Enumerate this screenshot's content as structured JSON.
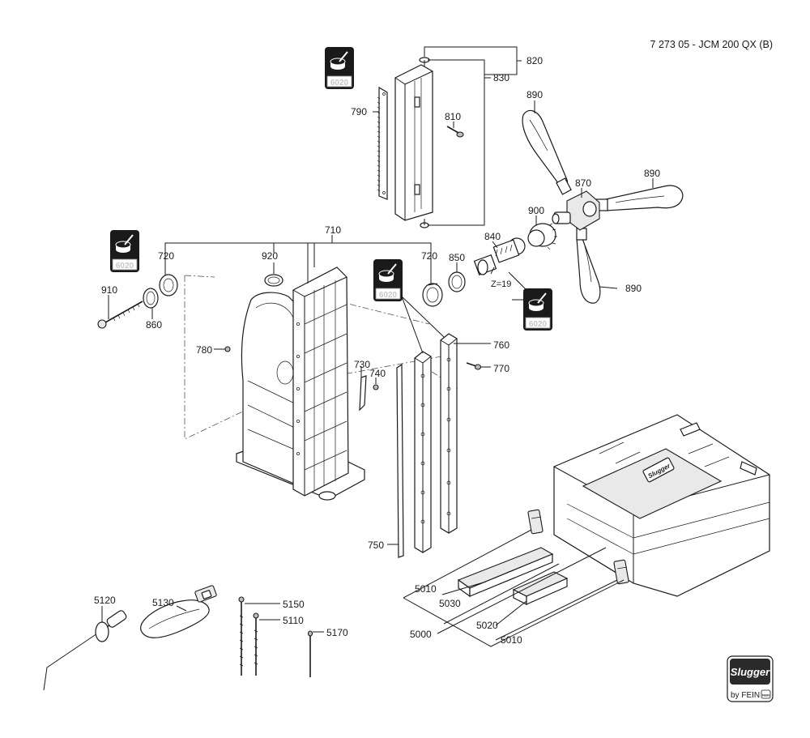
{
  "header": {
    "reference": "7 273 05 - JCM 200 QX (B)"
  },
  "badge_code": "6020",
  "logo": {
    "brand": "Slugger",
    "by_line": "by FEIN",
    "fein_mark": "FEIN"
  },
  "case_lid_mark": "Slugger",
  "labels": {
    "p820": "820",
    "p830": "830",
    "p790": "790",
    "p810": "810",
    "p890a": "890",
    "p890b": "890",
    "p890c": "890",
    "p870": "870",
    "p900": "900",
    "p840": "840",
    "p850": "850",
    "p720a": "720",
    "p720b": "720",
    "p920": "920",
    "p710": "710",
    "p910": "910",
    "p860": "860",
    "p780": "780",
    "p730": "730",
    "p740": "740",
    "p760": "760",
    "p770": "770",
    "p750": "750",
    "z19": "Z=19",
    "p5010a": "5010",
    "p5030": "5030",
    "p5000": "5000",
    "p5020": "5020",
    "p5010b": "5010",
    "p5120": "5120",
    "p5130": "5130",
    "p5150": "5150",
    "p5110": "5110",
    "p5170": "5170"
  }
}
